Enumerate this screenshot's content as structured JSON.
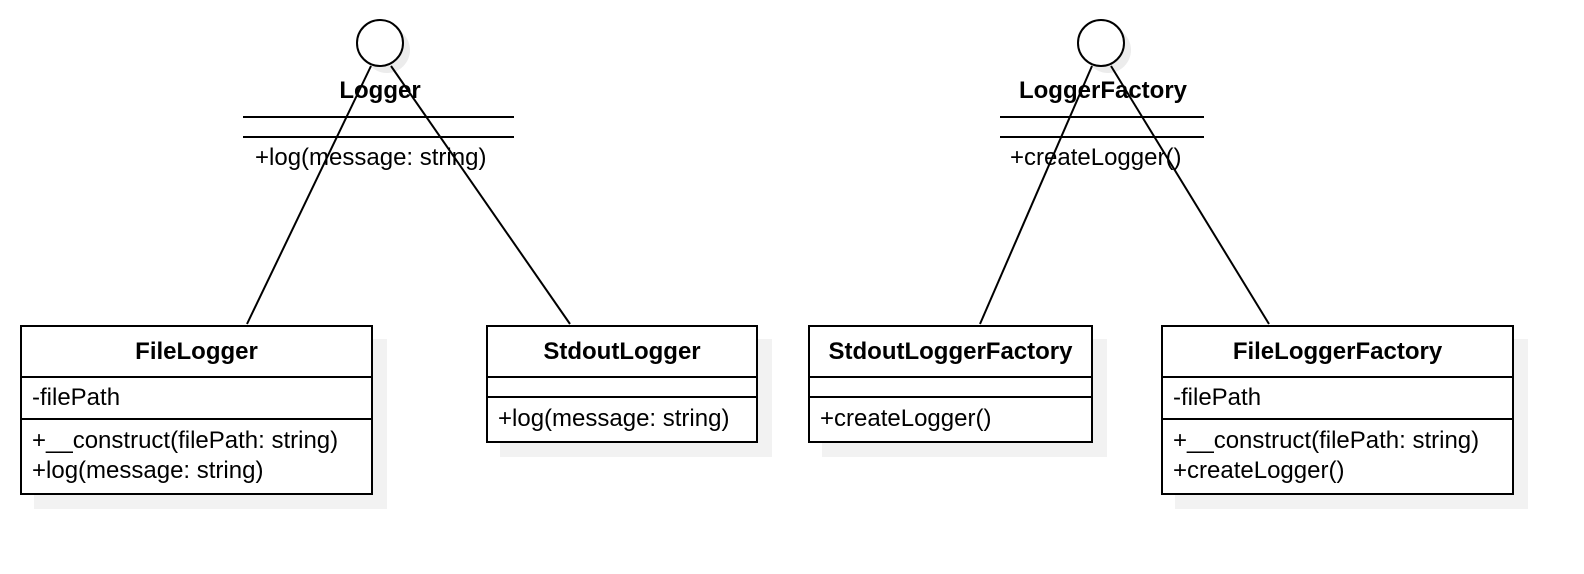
{
  "interfaces": [
    {
      "name": "Logger",
      "method": "+log(message: string)"
    },
    {
      "name": "LoggerFactory",
      "method": "+createLogger()"
    }
  ],
  "classes": [
    {
      "name": "FileLogger",
      "attributes": [
        "-filePath"
      ],
      "methods": [
        "+__construct(filePath: string)",
        "+log(message: string)"
      ]
    },
    {
      "name": "StdoutLogger",
      "attributes": [],
      "methods": [
        "+log(message: string)"
      ]
    },
    {
      "name": "StdoutLoggerFactory",
      "attributes": [],
      "methods": [
        "+createLogger()"
      ]
    },
    {
      "name": "FileLoggerFactory",
      "attributes": [
        "-filePath"
      ],
      "methods": [
        "+__construct(filePath: string)",
        "+createLogger()"
      ]
    }
  ],
  "realizations": [
    {
      "from": "FileLogger",
      "to": "Logger"
    },
    {
      "from": "StdoutLogger",
      "to": "Logger"
    },
    {
      "from": "StdoutLoggerFactory",
      "to": "LoggerFactory"
    },
    {
      "from": "FileLoggerFactory",
      "to": "LoggerFactory"
    }
  ]
}
